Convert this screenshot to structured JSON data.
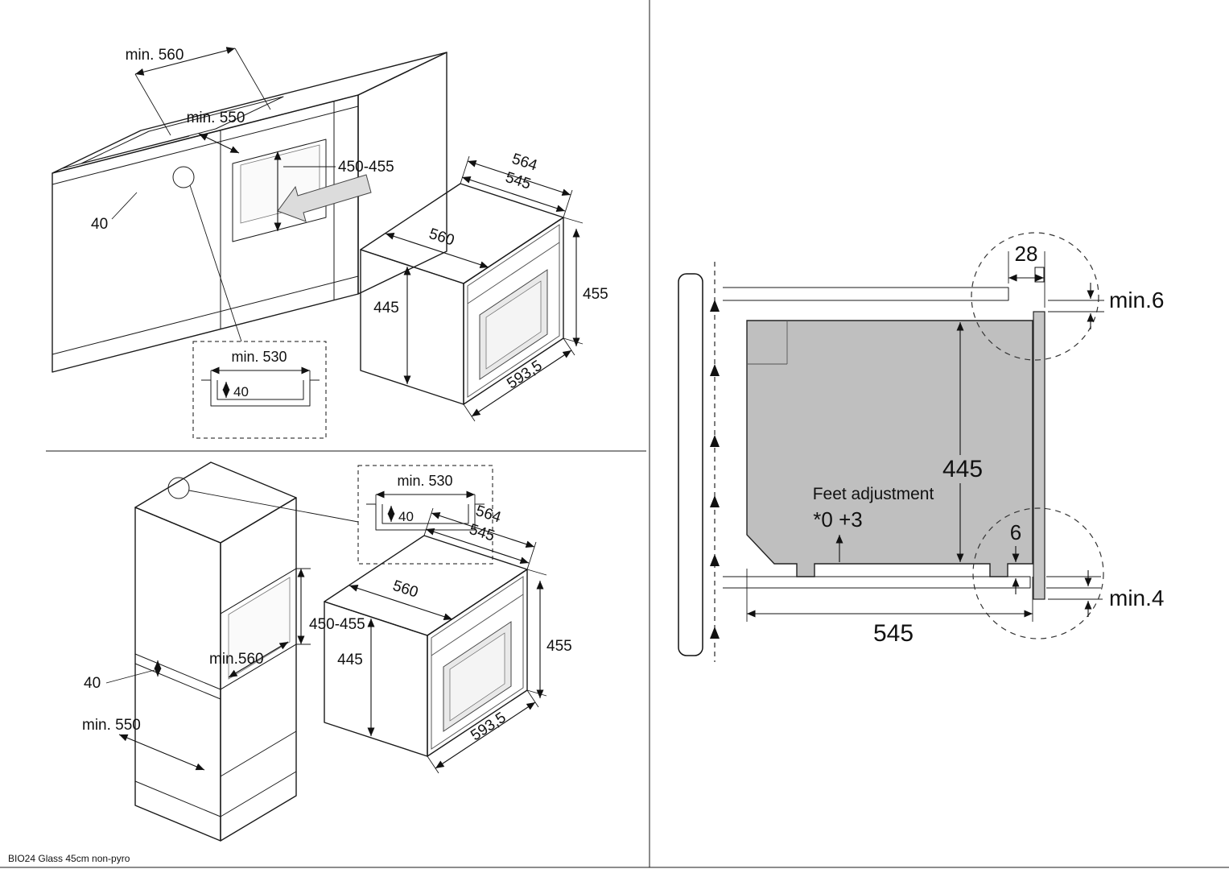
{
  "footer": {
    "model_label": "BIO24 Glass 45cm non-pyro"
  },
  "base_cabinet_view": {
    "dim_width_min": "min. 560",
    "dim_depth_min": "min. 550",
    "dim_niche_height": "450-455",
    "dim_rail_width": "40",
    "inset": {
      "dim_width_min": "min. 530",
      "dim_rail_width": "40"
    },
    "oven": {
      "dim_front_width": "564",
      "dim_body_depth": "545",
      "dim_body_width": "560",
      "dim_body_height": "445",
      "dim_front_height": "455",
      "dim_total_depth": "593,5"
    }
  },
  "tall_cabinet_view": {
    "dim_niche_height": "450-455",
    "dim_width_min": "min.560",
    "dim_rail_width": "40",
    "dim_depth_min": "min. 550",
    "inset": {
      "dim_width_min": "min. 530",
      "dim_rail_width": "40"
    },
    "oven": {
      "dim_front_width": "564",
      "dim_body_depth": "545",
      "dim_body_width": "560",
      "dim_body_height": "445",
      "dim_front_height": "455",
      "dim_total_depth": "593,5"
    }
  },
  "side_view": {
    "dim_front_overhang": "28",
    "dim_top_clearance": "min.6",
    "dim_oven_height": "445",
    "feet_adjustment_label": "Feet adjustment",
    "feet_adjustment_range": "*0 +3",
    "dim_foot_height": "6",
    "dim_bottom_clearance": "min.4",
    "dim_oven_depth": "545"
  }
}
